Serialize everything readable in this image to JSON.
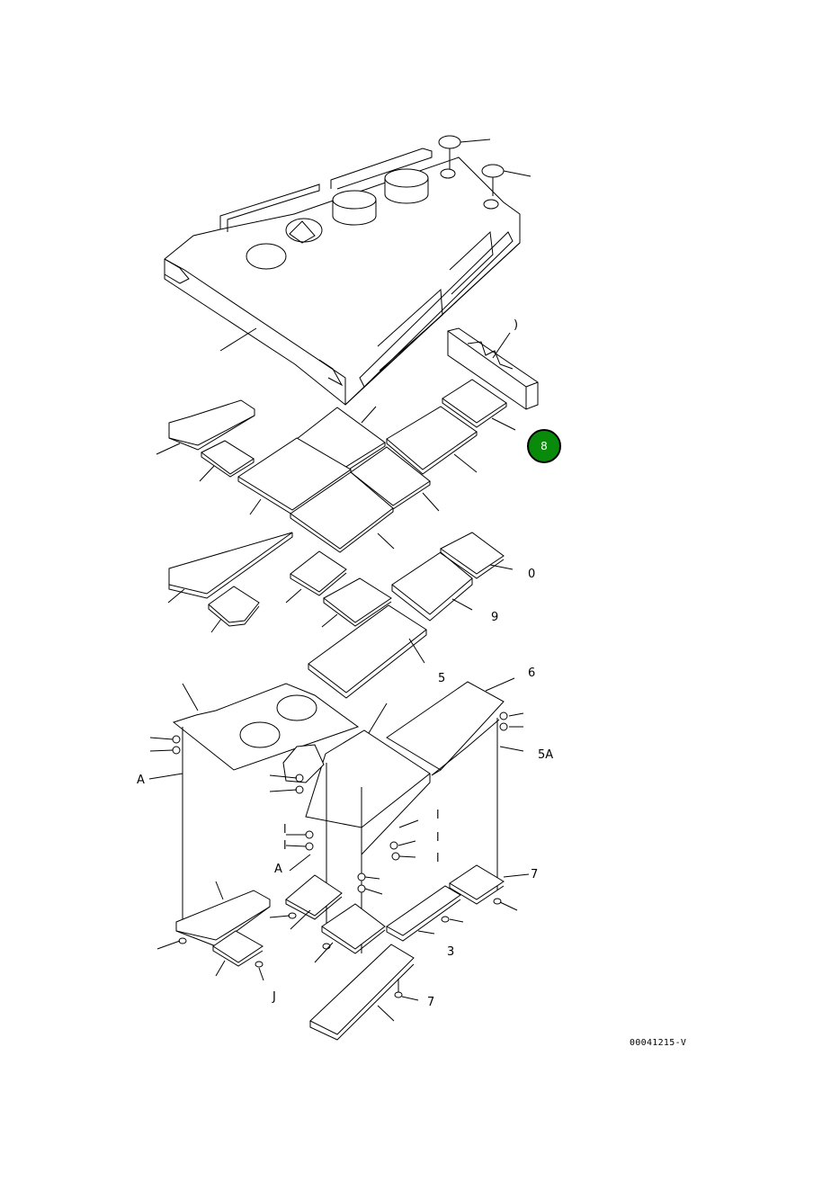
{
  "diagram": {
    "reference_code": "00041215-V",
    "callout_number": "8",
    "callout_color": "#0a8a0a",
    "labels": [
      ")",
      "0",
      "9",
      "5",
      "6",
      "A",
      "5A",
      "A",
      "l",
      "l",
      "l",
      "l",
      "l",
      "7",
      "3",
      "J",
      "7"
    ]
  }
}
